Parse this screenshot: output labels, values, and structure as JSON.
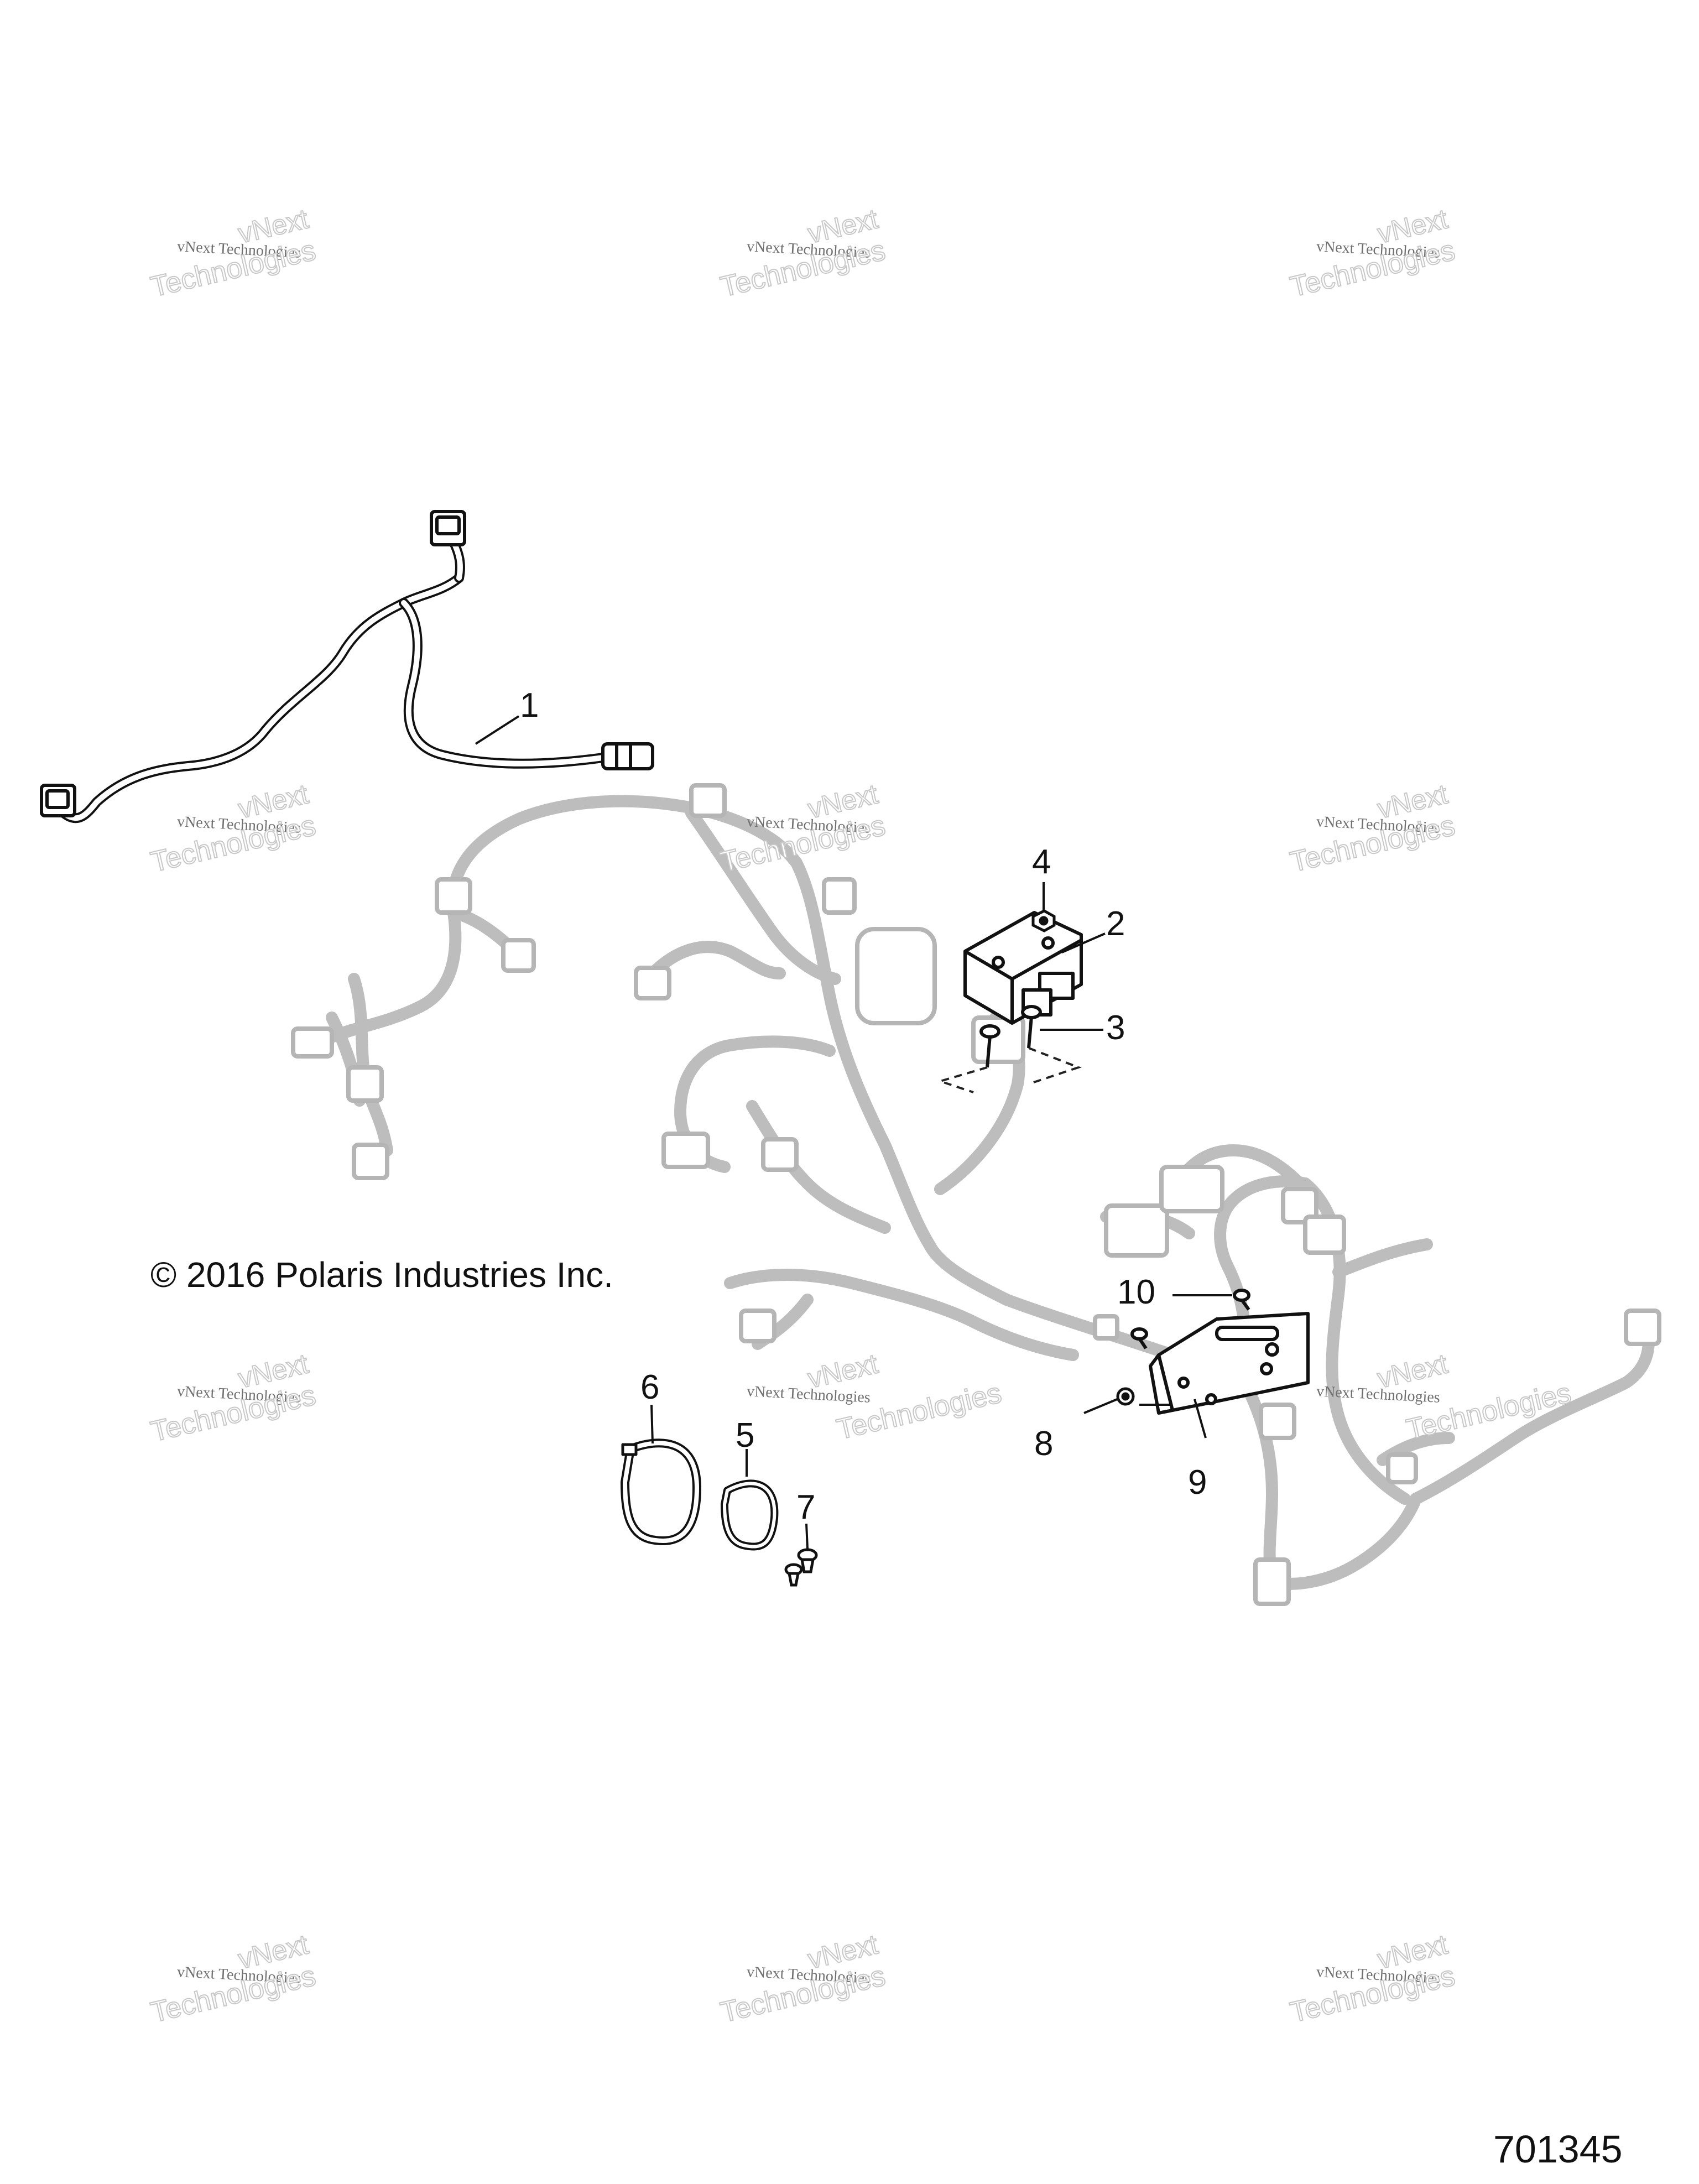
{
  "watermark": {
    "line1": "vNext Technologies",
    "big_a": "vNext",
    "big_b": "Technologies"
  },
  "callouts": {
    "c1": "1",
    "c2": "2",
    "c3": "3",
    "c4": "4",
    "c5": "5",
    "c6": "6",
    "c7": "7",
    "c8": "8",
    "c9": "9",
    "c10": "10"
  },
  "copyright": "© 2016 Polaris Industries Inc.",
  "figure_id": "701345"
}
